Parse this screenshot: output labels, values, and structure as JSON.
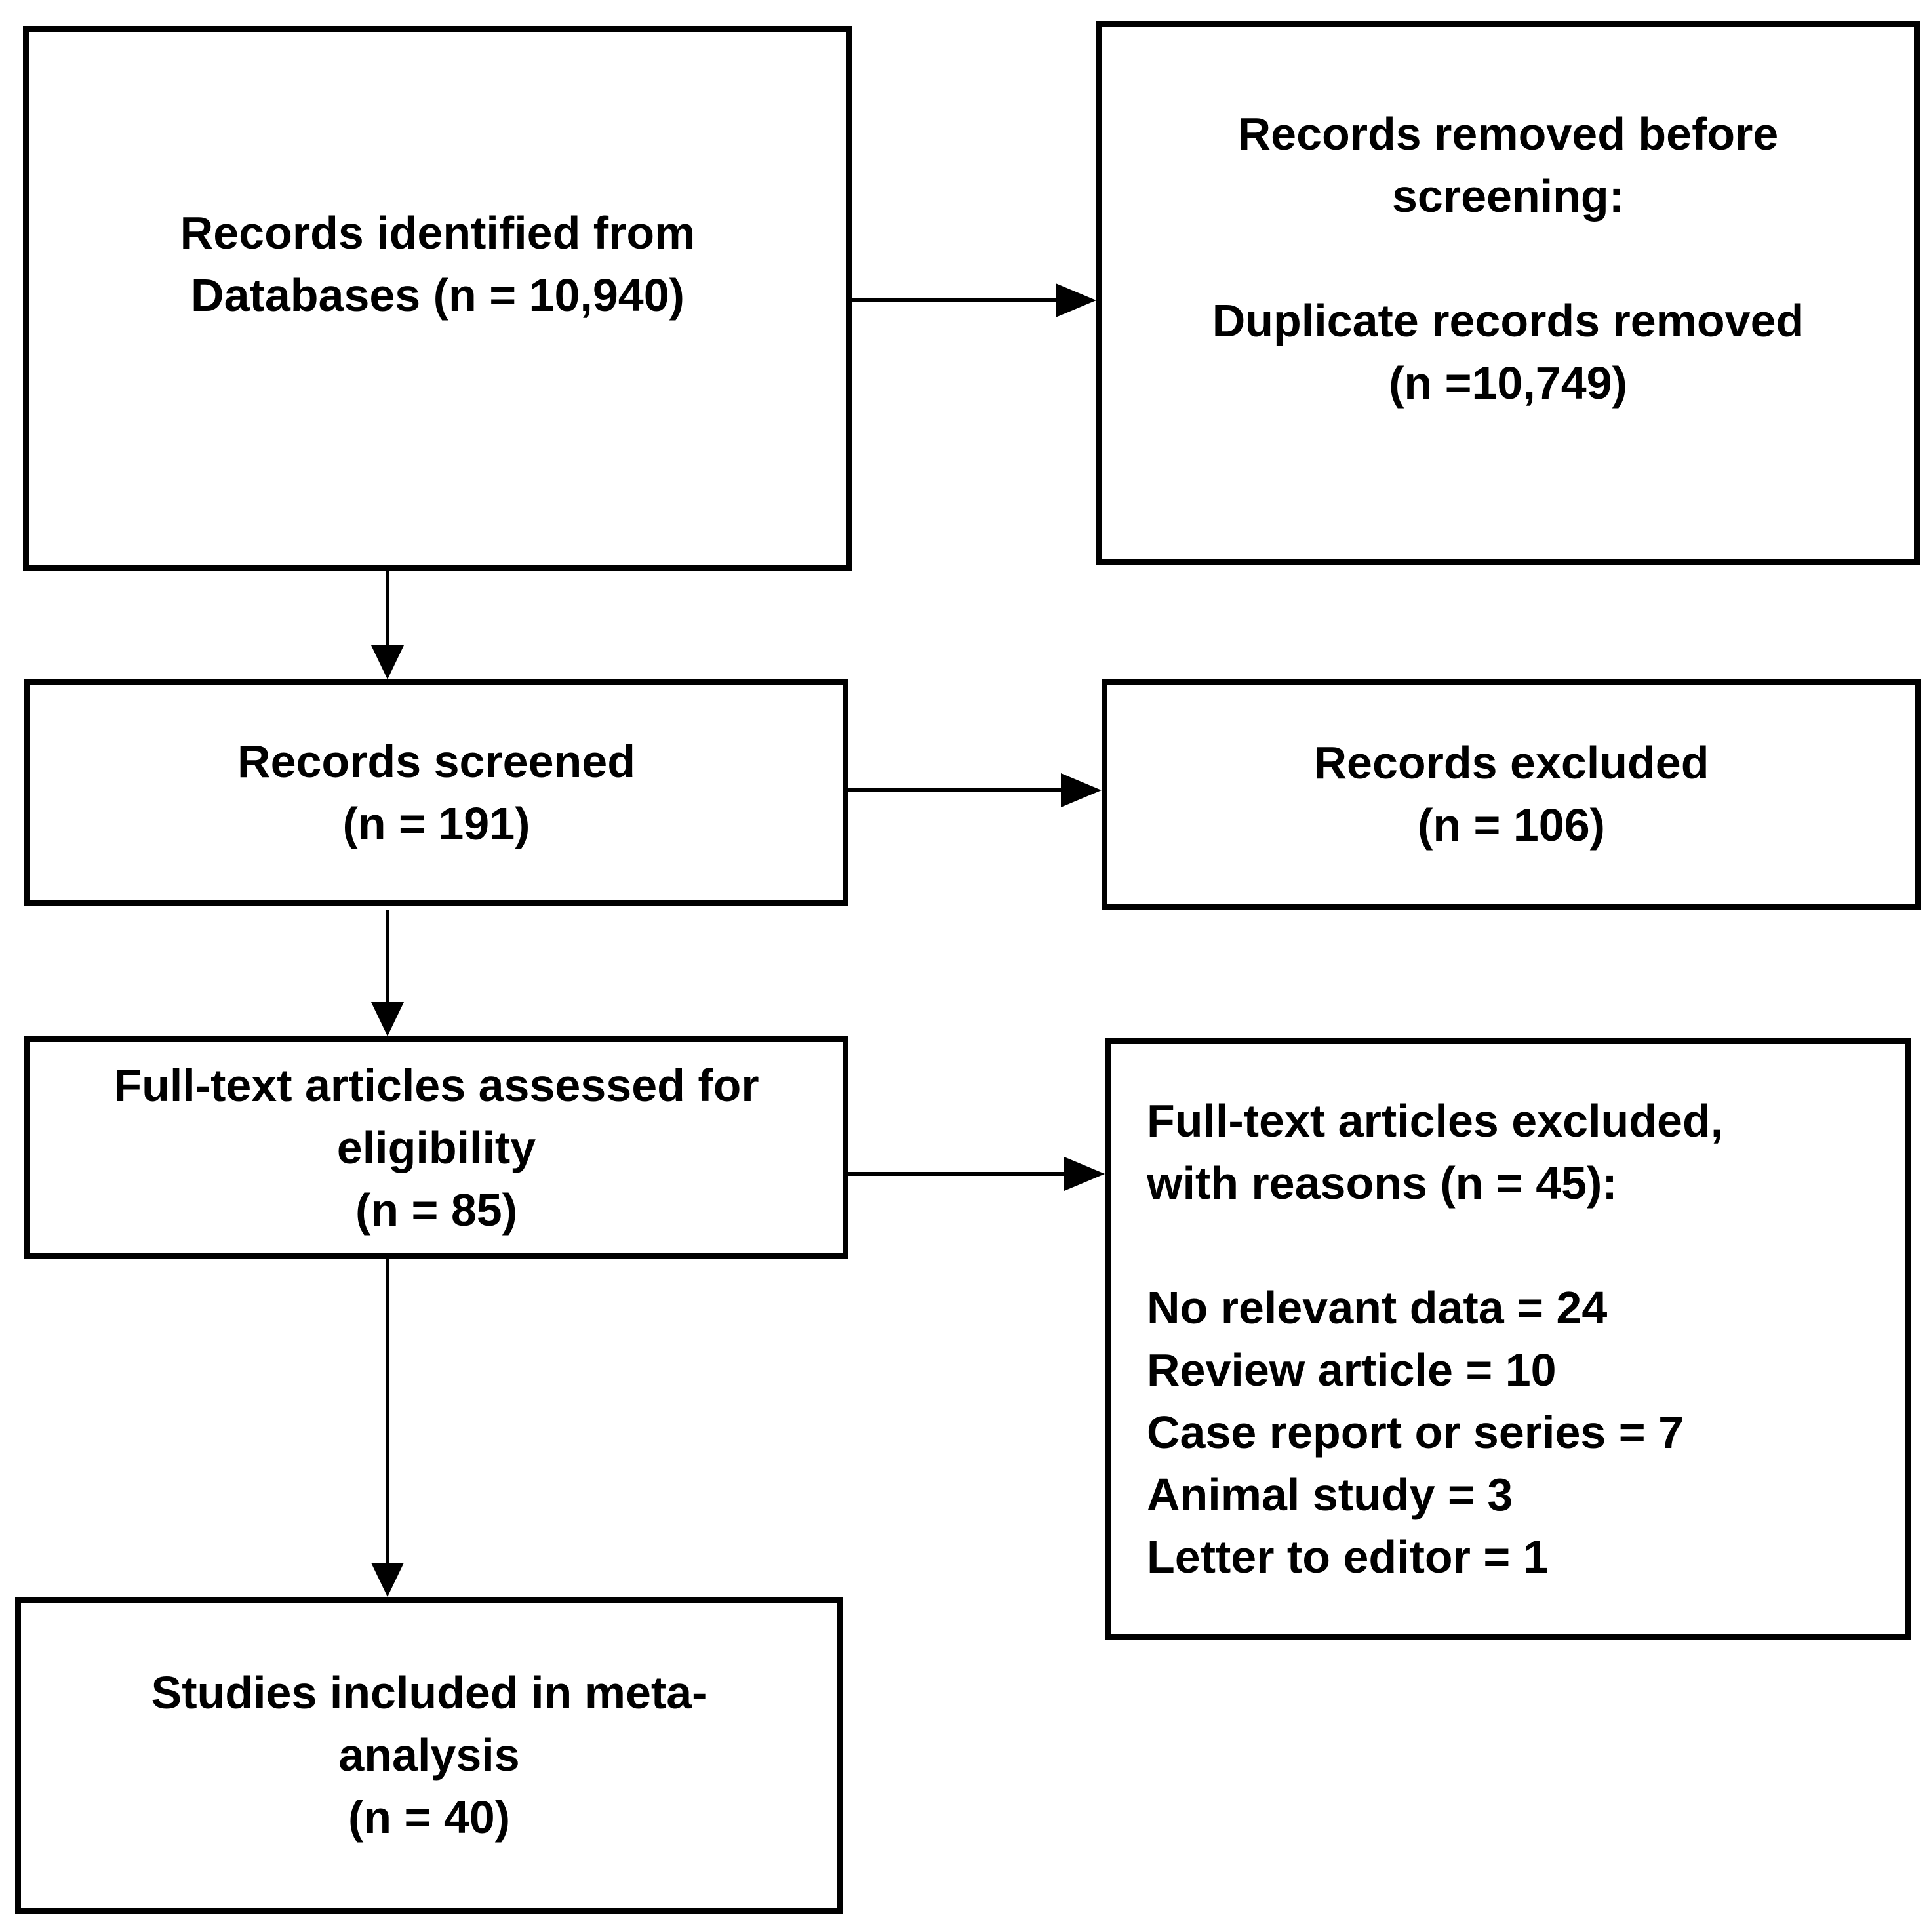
{
  "colors": {
    "background": "#ffffff",
    "stroke": "#000000",
    "text": "#000000"
  },
  "boxes": {
    "identification": {
      "lines": [
        "Records identified from",
        "Databases (n = 10,940)"
      ]
    },
    "removed_before_screening": {
      "lines": [
        "Records removed before",
        "screening:",
        "",
        "Duplicate records removed",
        "(n =10,749)"
      ]
    },
    "screened": {
      "lines": [
        "Records screened",
        "(n = 191)"
      ]
    },
    "records_excluded": {
      "lines": [
        "Records excluded",
        "(n = 106)"
      ]
    },
    "fulltext_assessed": {
      "lines": [
        "Full-text articles assessed for",
        "eligibility",
        "(n = 85)"
      ]
    },
    "fulltext_excluded": {
      "lines": [
        "Full-text articles excluded,",
        "with reasons (n = 45):",
        "",
        "No relevant data = 24",
        "Review article = 10",
        "Case report or series = 7",
        "Animal study = 3",
        "Letter to editor = 1"
      ]
    },
    "included": {
      "lines": [
        "Studies included in meta-",
        "analysis",
        "(n = 40)"
      ]
    }
  }
}
